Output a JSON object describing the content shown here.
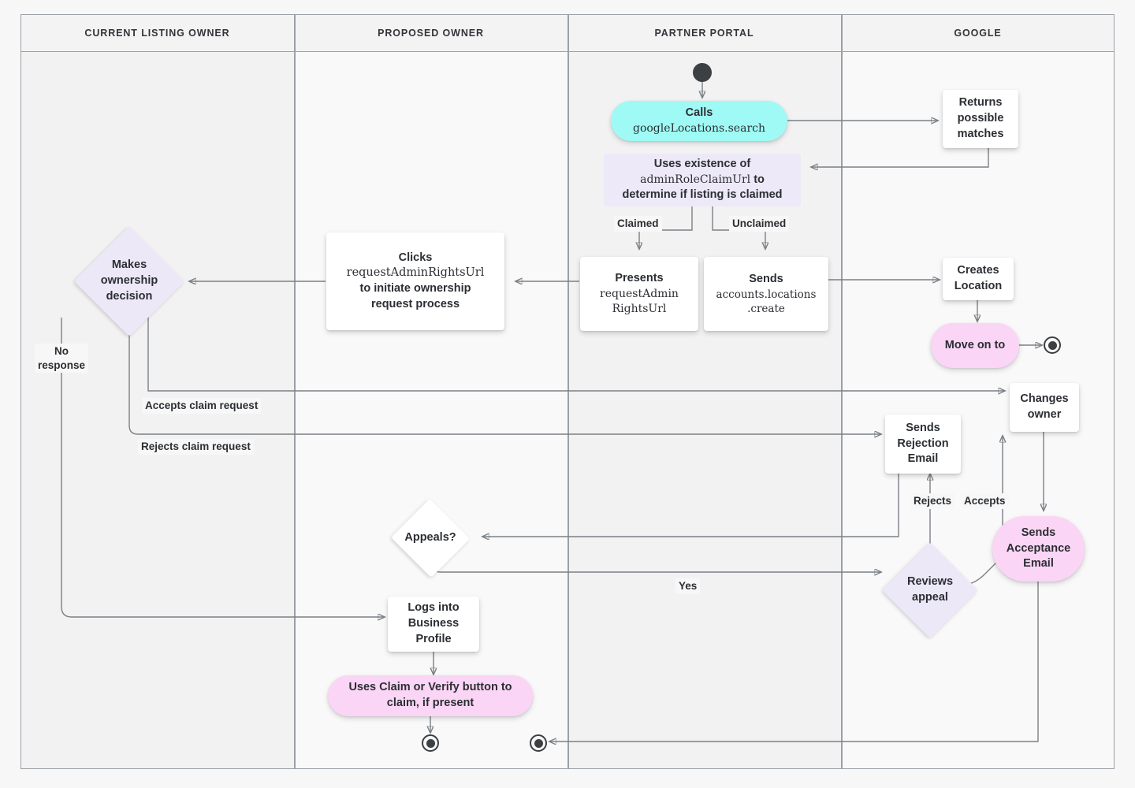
{
  "diagram": {
    "title": "Business Profile listing ownership transfer flow",
    "colors": {
      "canvas": "#f7f7f7",
      "lane_border": "#9aa0a6",
      "connector": "#7b8086",
      "cyan": "#9ffaf5",
      "pink": "#fbd5f5",
      "lavender": "#ede9f8",
      "white": "#ffffff",
      "text": "#2b2e33"
    },
    "lanes": [
      {
        "id": "current-listing-owner",
        "label": "CURRENT LISTING OWNER"
      },
      {
        "id": "proposed-owner",
        "label": "PROPOSED OWNER"
      },
      {
        "id": "partner-portal",
        "label": "PARTNER PORTAL"
      },
      {
        "id": "google",
        "label": "GOOGLE"
      }
    ],
    "nodes": {
      "start_partner": {
        "shape": "start-dot",
        "label": ""
      },
      "calls_search": {
        "shape": "pill-cyan",
        "line1": "Calls",
        "line2": "googleLocations.search"
      },
      "returns_matches": {
        "shape": "box",
        "label": "Returns\npossible\nmatches"
      },
      "uses_existence": {
        "shape": "rect-lavender",
        "line1": "Uses existence of",
        "line2": "adminRoleClaimUrl",
        "line2_suffix": " to",
        "line3": "determine if listing is claimed"
      },
      "presents_url": {
        "shape": "box",
        "line1": "Presents",
        "line2": "requestAdmin",
        "line3": "RightsUrl"
      },
      "sends_create": {
        "shape": "box",
        "line1": "Sends",
        "line2": "accounts.locations",
        "line3": ".create"
      },
      "creates_location": {
        "shape": "box",
        "label": "Creates\nLocation"
      },
      "move_on_to": {
        "shape": "pill-pink",
        "label": "Move on to"
      },
      "end_google": {
        "shape": "end-dot",
        "label": ""
      },
      "clicks_url": {
        "shape": "box",
        "line1": "Clicks",
        "line2": "requestAdminRightsUrl",
        "line3": "to initiate ownership",
        "line4": "request process"
      },
      "makes_decision": {
        "shape": "diamond-lavender",
        "label": "Makes\nownership\ndecision"
      },
      "changes_owner": {
        "shape": "box",
        "label": "Changes\nowner"
      },
      "sends_rejection": {
        "shape": "box",
        "label": "Sends\nRejection\nEmail"
      },
      "sends_acceptance": {
        "shape": "pill-pink",
        "label": "Sends\nAcceptance\nEmail"
      },
      "reviews_appeal": {
        "shape": "diamond-lavender",
        "label": "Reviews\nappeal"
      },
      "appeals": {
        "shape": "diamond-white",
        "label": "Appeals?"
      },
      "logs_in": {
        "shape": "box",
        "label": "Logs into\nBusiness\nProfile"
      },
      "uses_claim_button": {
        "shape": "pill-pink",
        "label": "Uses Claim or Verify button to\nclaim, if present"
      },
      "end_proposed": {
        "shape": "end-dot",
        "label": ""
      },
      "end_partner": {
        "shape": "end-dot",
        "label": ""
      }
    },
    "edge_labels": {
      "claimed": "Claimed",
      "unclaimed": "Unclaimed",
      "no_response": "No\nresponse",
      "accepts_claim": "Accepts claim request",
      "rejects_claim": "Rejects claim request",
      "rejects": "Rejects",
      "accepts": "Accepts",
      "yes": "Yes"
    }
  }
}
